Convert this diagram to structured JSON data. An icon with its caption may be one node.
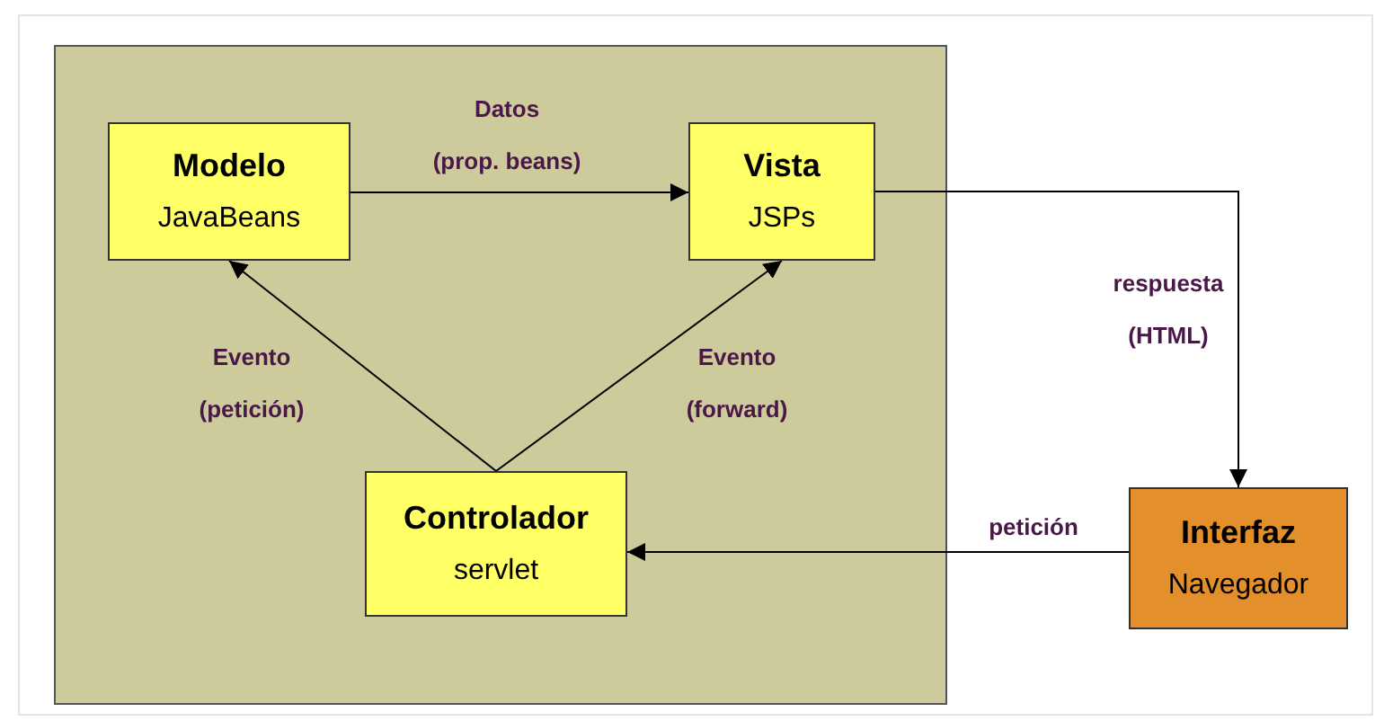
{
  "diagram": {
    "nodes": [
      {
        "text": [],
        "shape": "box"
      },
      {
        "text": [
          "Modelo",
          "JavaBeans"
        ],
        "in": 0
      },
      {
        "text": [
          "Vista",
          "JSPs"
        ],
        "in": 0
      },
      {
        "text": [
          "Controlador",
          "servlet"
        ],
        "in": 0
      },
      {
        "text": [
          "Interfaz",
          "Navegador"
        ]
      }
    ],
    "edges": [
      {
        "from": 1,
        "to": 2,
        "arrow": "to",
        "label": "Datos (prop. beans)"
      },
      {
        "from": 3,
        "to": 1,
        "arrow": "to",
        "label": "Evento (petición)"
      },
      {
        "from": 3,
        "to": 2,
        "arrow": "to",
        "label": "Evento (forward)"
      },
      {
        "from": 2,
        "to": 4,
        "arrow": "to",
        "label": "respuesta (HTML)"
      },
      {
        "from": 4,
        "to": 3,
        "arrow": "to",
        "label": "petición"
      }
    ]
  }
}
